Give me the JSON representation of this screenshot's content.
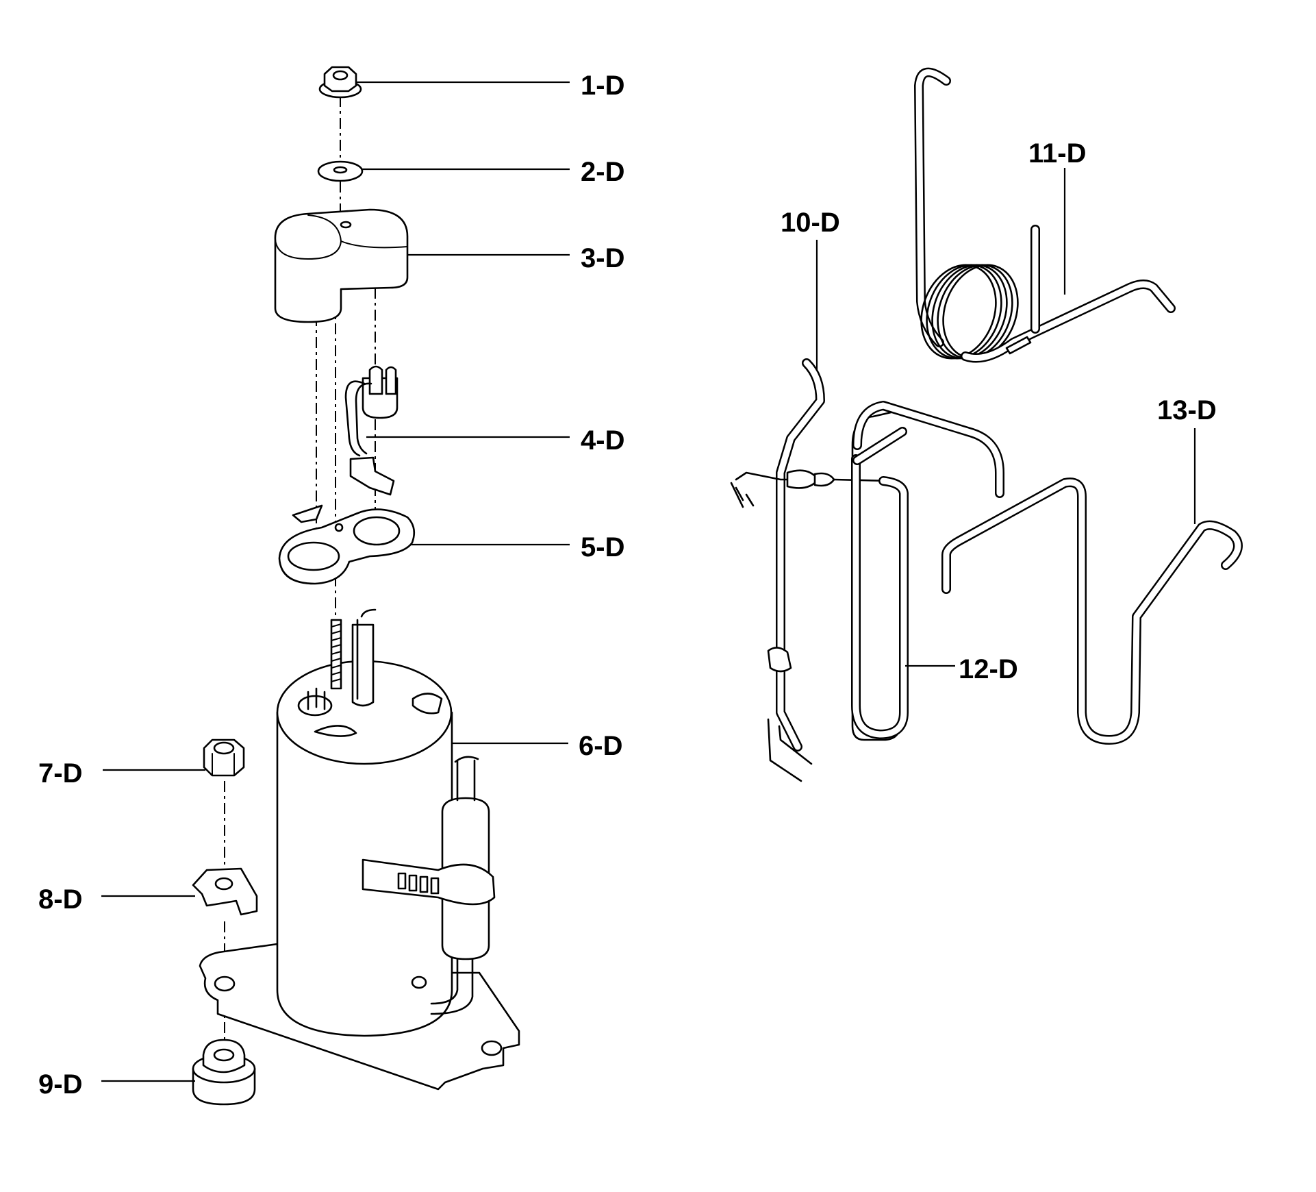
{
  "diagram": {
    "labels": {
      "l1": "1-D",
      "l2": "2-D",
      "l3": "3-D",
      "l4": "4-D",
      "l5": "5-D",
      "l6": "6-D",
      "l7": "7-D",
      "l8": "8-D",
      "l9": "9-D",
      "l10": "10-D",
      "l11": "11-D",
      "l12": "12-D",
      "l13": "13-D"
    }
  }
}
